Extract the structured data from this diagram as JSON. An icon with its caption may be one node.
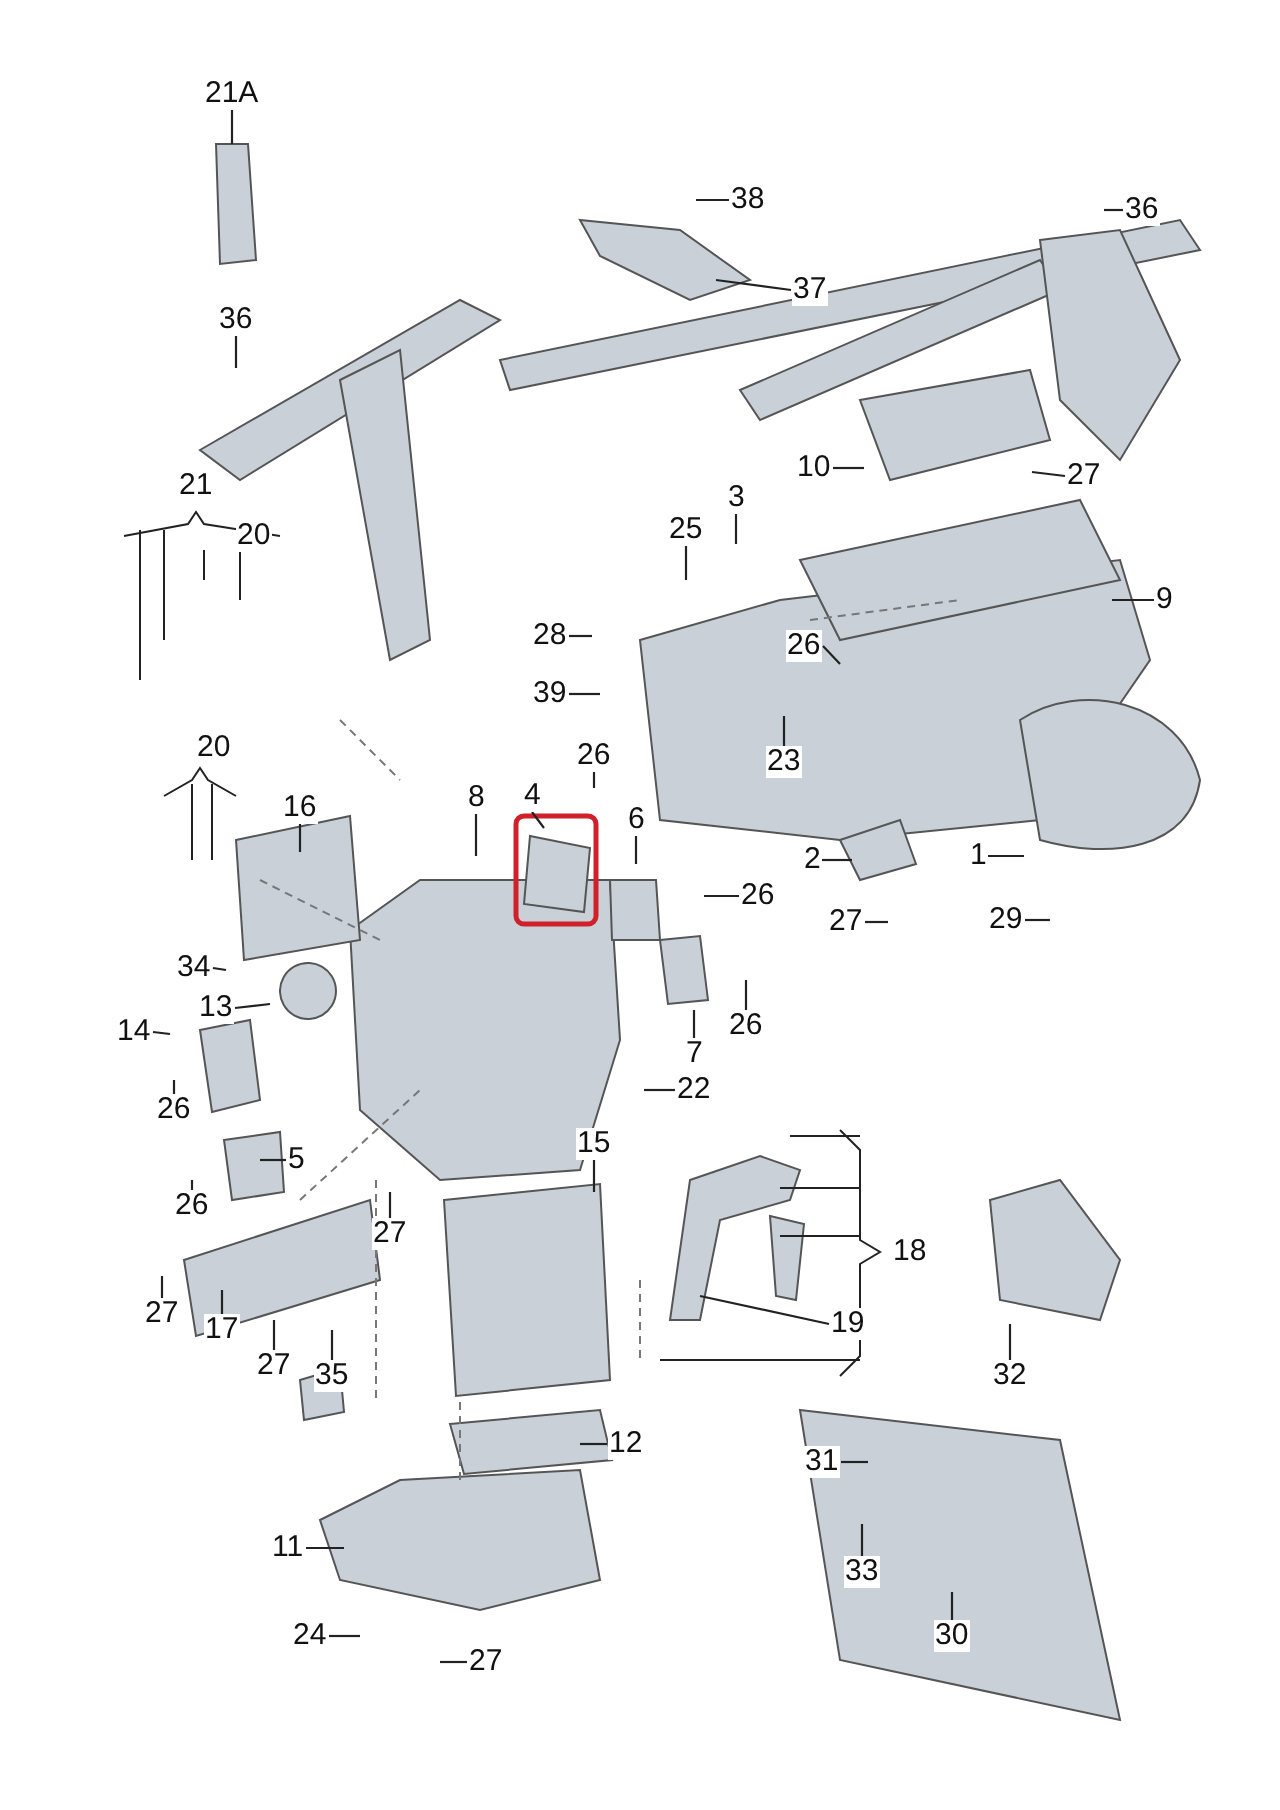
{
  "diagram": {
    "nodes": [
      {
        "text": [
          "21A"
        ]
      },
      {
        "text": [
          "38"
        ]
      },
      {
        "text": [
          "36"
        ]
      },
      {
        "text": [
          "37"
        ]
      },
      {
        "text": [
          "36"
        ]
      },
      {
        "text": [
          "10"
        ]
      },
      {
        "text": [
          "27"
        ]
      },
      {
        "text": [
          "21"
        ]
      },
      {
        "text": [
          "20"
        ]
      },
      {
        "text": [
          "3"
        ]
      },
      {
        "text": [
          "25"
        ]
      },
      {
        "text": [
          "9"
        ]
      },
      {
        "text": [
          "28"
        ]
      },
      {
        "text": [
          "26"
        ]
      },
      {
        "text": [
          "39"
        ]
      },
      {
        "text": [
          "23"
        ]
      },
      {
        "text": [
          "20"
        ]
      },
      {
        "text": [
          "16"
        ]
      },
      {
        "text": [
          "8"
        ]
      },
      {
        "text": [
          "4"
        ]
      },
      {
        "text": [
          "26"
        ]
      },
      {
        "text": [
          "6"
        ]
      },
      {
        "text": [
          "2"
        ]
      },
      {
        "text": [
          "1"
        ]
      },
      {
        "text": [
          "26"
        ]
      },
      {
        "text": [
          "34"
        ]
      },
      {
        "text": [
          "13"
        ]
      },
      {
        "text": [
          "27"
        ]
      },
      {
        "text": [
          "29"
        ]
      },
      {
        "text": [
          "7"
        ]
      },
      {
        "text": [
          "26"
        ]
      },
      {
        "text": [
          "14"
        ]
      },
      {
        "text": [
          "22"
        ]
      },
      {
        "text": [
          "26"
        ]
      },
      {
        "text": [
          "5"
        ]
      },
      {
        "text": [
          "15"
        ]
      },
      {
        "text": [
          "26"
        ]
      },
      {
        "text": [
          "27"
        ]
      },
      {
        "text": [
          "18"
        ]
      },
      {
        "text": [
          "27"
        ]
      },
      {
        "text": [
          "17"
        ]
      },
      {
        "text": [
          "27"
        ]
      },
      {
        "text": [
          "35"
        ]
      },
      {
        "text": [
          "19"
        ]
      },
      {
        "text": [
          "32"
        ]
      },
      {
        "text": [
          "12"
        ]
      },
      {
        "text": [
          "31"
        ]
      },
      {
        "text": [
          "11"
        ]
      },
      {
        "text": [
          "33"
        ]
      },
      {
        "text": [
          "24"
        ]
      },
      {
        "text": [
          "27"
        ]
      },
      {
        "text": [
          "30"
        ]
      }
    ],
    "edges": [
      {
        "from": 0,
        "to": null,
        "arrow": "none"
      },
      {
        "from": 1,
        "to": null,
        "arrow": "none"
      },
      {
        "from": 2,
        "to": null,
        "arrow": "none"
      },
      {
        "from": 3,
        "to": null,
        "arrow": "none"
      },
      {
        "from": 4,
        "to": null,
        "arrow": "none"
      },
      {
        "from": 5,
        "to": null,
        "arrow": "none"
      },
      {
        "from": 6,
        "to": null,
        "arrow": "none"
      },
      {
        "from": 9,
        "to": null,
        "arrow": "none"
      },
      {
        "from": 10,
        "to": null,
        "arrow": "none"
      },
      {
        "from": 11,
        "to": null,
        "arrow": "none"
      },
      {
        "from": 12,
        "to": null,
        "arrow": "none"
      },
      {
        "from": 13,
        "to": null,
        "arrow": "none"
      },
      {
        "from": 14,
        "to": null,
        "arrow": "none"
      },
      {
        "from": 15,
        "to": null,
        "arrow": "none"
      },
      {
        "from": 17,
        "to": null,
        "arrow": "none"
      },
      {
        "from": 18,
        "to": null,
        "arrow": "none"
      },
      {
        "from": 19,
        "to": null,
        "arrow": "none"
      },
      {
        "from": 20,
        "to": null,
        "arrow": "none"
      },
      {
        "from": 21,
        "to": null,
        "arrow": "none"
      },
      {
        "from": 22,
        "to": null,
        "arrow": "none"
      },
      {
        "from": 23,
        "to": null,
        "arrow": "none"
      },
      {
        "from": 24,
        "to": null,
        "arrow": "none"
      },
      {
        "from": 25,
        "to": null,
        "arrow": "none"
      },
      {
        "from": 26,
        "to": null,
        "arrow": "none"
      },
      {
        "from": 27,
        "to": null,
        "arrow": "none"
      },
      {
        "from": 28,
        "to": null,
        "arrow": "none"
      },
      {
        "from": 29,
        "to": null,
        "arrow": "none"
      },
      {
        "from": 30,
        "to": null,
        "arrow": "none"
      },
      {
        "from": 31,
        "to": null,
        "arrow": "none"
      },
      {
        "from": 32,
        "to": null,
        "arrow": "none"
      },
      {
        "from": 33,
        "to": null,
        "arrow": "none"
      },
      {
        "from": 34,
        "to": null,
        "arrow": "none"
      },
      {
        "from": 35,
        "to": null,
        "arrow": "none"
      },
      {
        "from": 36,
        "to": null,
        "arrow": "none"
      },
      {
        "from": 37,
        "to": null,
        "arrow": "none"
      },
      {
        "from": 39,
        "to": null,
        "arrow": "none"
      },
      {
        "from": 40,
        "to": null,
        "arrow": "none"
      },
      {
        "from": 41,
        "to": null,
        "arrow": "none"
      },
      {
        "from": 42,
        "to": null,
        "arrow": "none"
      },
      {
        "from": 43,
        "to": null,
        "arrow": "none"
      },
      {
        "from": 44,
        "to": null,
        "arrow": "none"
      },
      {
        "from": 45,
        "to": null,
        "arrow": "none"
      },
      {
        "from": 46,
        "to": null,
        "arrow": "none"
      },
      {
        "from": 47,
        "to": null,
        "arrow": "none"
      },
      {
        "from": 48,
        "to": null,
        "arrow": "none"
      },
      {
        "from": 49,
        "to": null,
        "arrow": "none"
      },
      {
        "from": 50,
        "to": null,
        "arrow": "none"
      },
      {
        "from": 51,
        "to": null,
        "arrow": "none"
      }
    ]
  }
}
